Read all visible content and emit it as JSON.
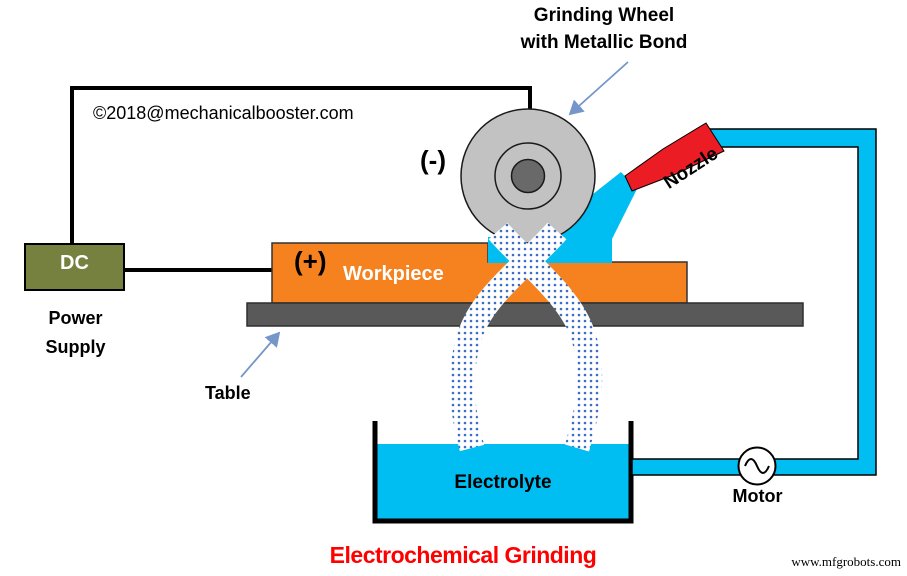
{
  "diagram": {
    "title": {
      "line1": "Grinding Wheel",
      "line2": "with Metallic Bond"
    },
    "copyright": "©2018@mechanicalbooster.com",
    "caption": "Electrochemical Grinding",
    "watermark": "www.mfgrobots.com",
    "components": {
      "grinding_wheel_polarity": "(-)",
      "workpiece_polarity": "(+)",
      "workpiece": "Workpiece",
      "dc_box": "DC",
      "power_supply_line1": "Power",
      "power_supply_line2": "Supply",
      "table": "Table",
      "nozzle": "Nozzle",
      "electrolyte": "Electrolyte",
      "motor": "Motor"
    },
    "colors": {
      "background": "#FFFFFF",
      "wire_black": "#000000",
      "dc_box_olive": "#76803F",
      "workpiece_orange": "#F6821F",
      "table_gray": "#595959",
      "wheel_gray": "#C2C2C2",
      "wheel_hub_gray": "#696969",
      "electrolyte_cyan": "#00BDF2",
      "nozzle_red": "#EC1C24",
      "spray_dot_blue": "#3B6FC4",
      "pointer_arrow_blue": "#7596C8",
      "caption_red": "#FF0000",
      "text_black": "#000000",
      "text_white": "#FFFFFF"
    }
  }
}
